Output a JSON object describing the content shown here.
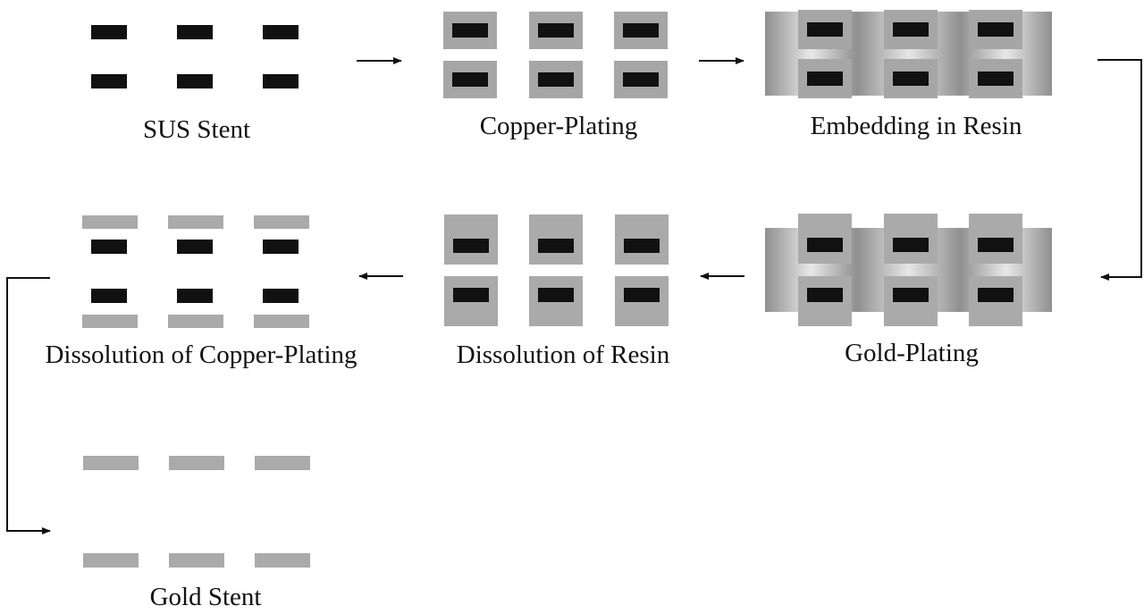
{
  "steps": {
    "sus_stent": "SUS Stent",
    "copper_plating": "Copper-Plating",
    "embedding_in_resin": "Embedding in Resin",
    "gold_plating": "Gold-Plating",
    "dissolution_of_resin": "Dissolution of Resin",
    "dissolution_of_copper_plating": "Dissolution of Copper-Plating",
    "gold_stent": "Gold Stent"
  },
  "colors": {
    "steel": "#111111",
    "copper_layer": "#a6a6a6",
    "gold_layer": "#aaaaaa",
    "resin_light": "#e6e6e6",
    "resin_dark": "#8f8f8f",
    "arrow": "#111111"
  }
}
